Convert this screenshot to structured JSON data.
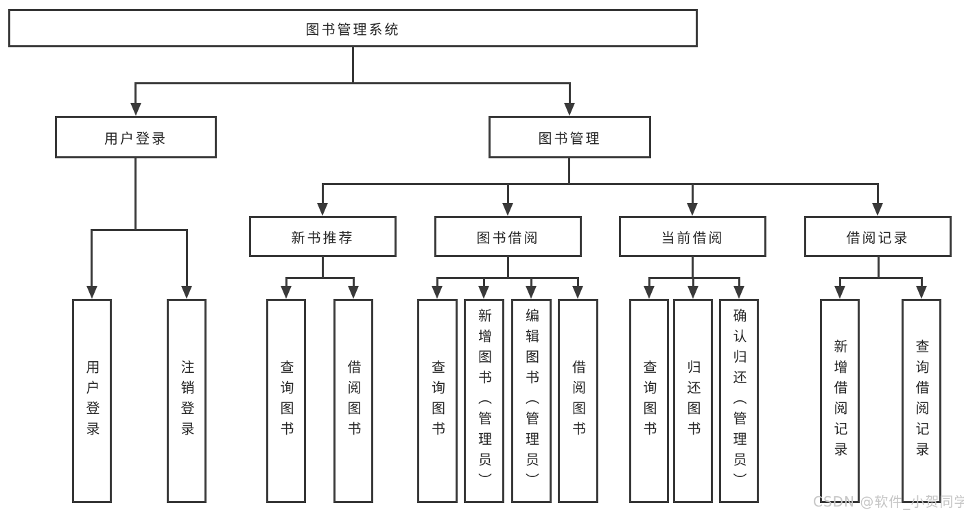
{
  "diagram": {
    "root": "图书管理系统",
    "level2": {
      "user_login": "用户登录",
      "book_mgmt": "图书管理"
    },
    "level3": {
      "new_book_rec": "新书推荐",
      "book_borrow": "图书借阅",
      "current_borrow": "当前借阅",
      "borrow_record": "借阅记录"
    },
    "leaves": {
      "user_login": [
        "用户登录",
        "注销登录"
      ],
      "new_book_rec": [
        "查询图书",
        "借阅图书"
      ],
      "book_borrow": [
        "查询图书",
        "新增图书（管理员）",
        "编辑图书（管理员）",
        "借阅图书"
      ],
      "current_borrow": [
        "查询图书",
        "归还图书",
        "确认归还（管理员）"
      ],
      "borrow_record": [
        "新增借阅记录",
        "查询借阅记录"
      ]
    }
  },
  "watermark": {
    "text": "CSDN @软件_小贺同学"
  },
  "colors": {
    "line": "#3a3a3a",
    "text": "#262626",
    "watermark": "#c6c6c6",
    "background": "#ffffff"
  }
}
